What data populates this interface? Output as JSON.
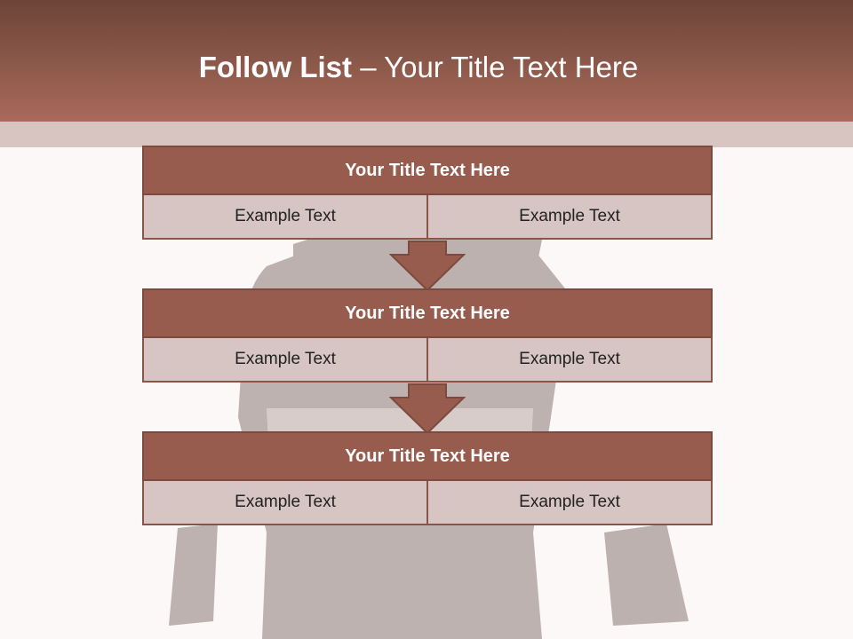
{
  "slide": {
    "title_bold": "Follow List ",
    "title_rest": " – Your Title Text Here"
  },
  "blocks": [
    {
      "title": "Your Title Text Here",
      "left": "Example Text",
      "right": "Example Text"
    },
    {
      "title": "Your Title Text Here",
      "left": "Example Text",
      "right": "Example Text"
    },
    {
      "title": "Your Title Text Here",
      "left": "Example Text",
      "right": "Example Text"
    }
  ],
  "colors": {
    "header_dark": "#6c4538",
    "header_light": "#a86a5b",
    "block_title": "#975c4e",
    "block_cell": "#d7c5c3",
    "arrow": "#975c4e"
  }
}
